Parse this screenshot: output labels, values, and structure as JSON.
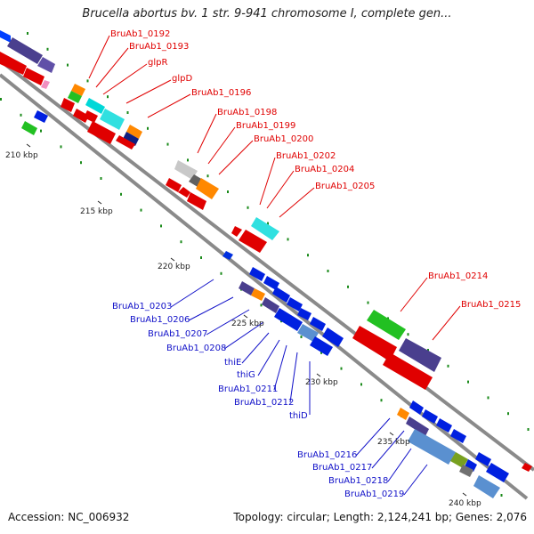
{
  "title": "Brucella abortus bv. 1 str. 9-941 chromosome I, complete gen...",
  "footer": {
    "accession": "Accession: NC_006932",
    "topology": "Topology: circular; Length: 2,124,241 bp; Genes: 2,076"
  },
  "colors": {
    "backbone": "#8a8a8a",
    "tick": "#1a8a1a",
    "forward_label": "#e00000",
    "reverse_label": "#1010c8"
  },
  "scale_labels": [
    "210 kbp",
    "215 kbp",
    "220 kbp",
    "225 kbp",
    "230 kbp",
    "235 kbp",
    "240 kbp"
  ],
  "forward_genes": [
    "BruAb1_0192",
    "BruAb1_0193",
    "glpR",
    "glpD",
    "BruAb1_0196",
    "BruAb1_0198",
    "BruAb1_0199",
    "BruAb1_0200",
    "BruAb1_0202",
    "BruAb1_0204",
    "BruAb1_0205",
    "BruAb1_0214",
    "BruAb1_0215"
  ],
  "reverse_genes": [
    "BruAb1_0203",
    "BruAb1_0206",
    "BruAb1_0207",
    "BruAb1_0208",
    "thiE",
    "thiG",
    "BruAb1_0211",
    "BruAb1_0212",
    "thiD",
    "BruAb1_0216",
    "BruAb1_0217",
    "BruAb1_0218",
    "BruAb1_0219"
  ]
}
